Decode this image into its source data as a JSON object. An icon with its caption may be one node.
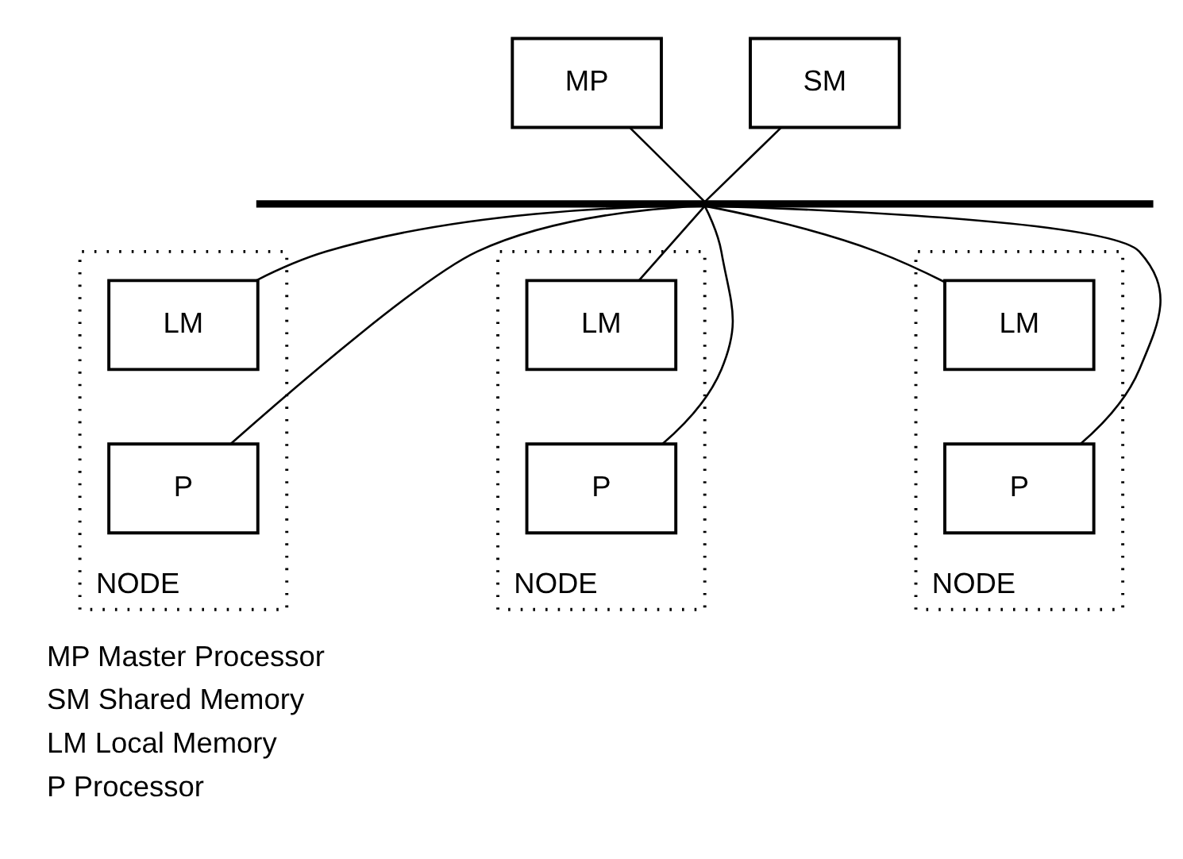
{
  "diagram": {
    "nodes": [
      {
        "text": [
          "MP"
        ]
      },
      {
        "text": [
          "SM"
        ]
      },
      {
        "text": [],
        "shape": "bar"
      },
      {
        "text": [
          "NODE"
        ]
      },
      {
        "text": [
          "LM"
        ],
        "in": 3
      },
      {
        "text": [
          "P"
        ],
        "in": 3
      },
      {
        "text": [
          "NODE"
        ]
      },
      {
        "text": [
          "LM"
        ],
        "in": 6
      },
      {
        "text": [
          "P"
        ],
        "in": 6
      },
      {
        "text": [
          "NODE"
        ]
      },
      {
        "text": [
          "LM"
        ],
        "in": 9
      },
      {
        "text": [
          "P"
        ],
        "in": 9
      }
    ],
    "edges": [
      {
        "from": 0,
        "to": 2,
        "arrow": "none"
      },
      {
        "from": 1,
        "to": 2,
        "arrow": "none"
      },
      {
        "from": 2,
        "to": 4,
        "arrow": "none"
      },
      {
        "from": 2,
        "to": 5,
        "arrow": "none"
      },
      {
        "from": 2,
        "to": 7,
        "arrow": "none"
      },
      {
        "from": 2,
        "to": 8,
        "arrow": "none"
      },
      {
        "from": 2,
        "to": 10,
        "arrow": "none"
      },
      {
        "from": 2,
        "to": 11,
        "arrow": "none"
      }
    ],
    "labels": [
      "MP Master Processor",
      "SM Shared Memory",
      "LM Local Memory",
      "P Processor"
    ]
  }
}
